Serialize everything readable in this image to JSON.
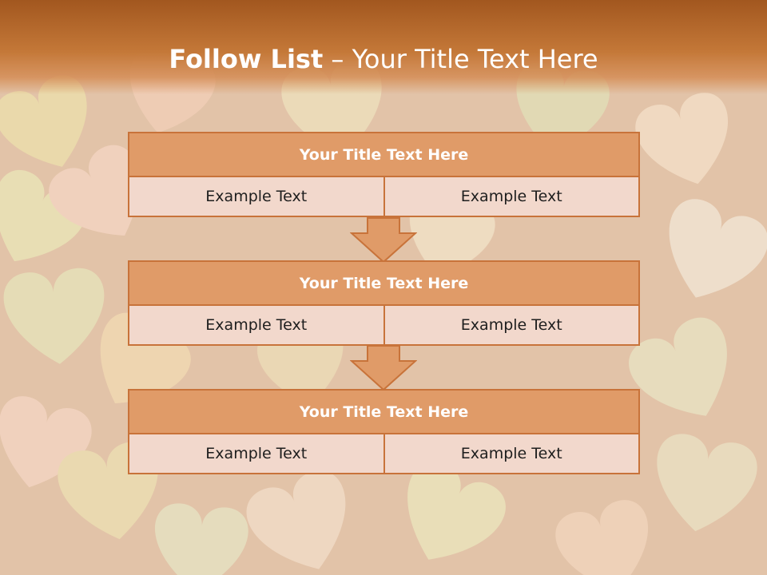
{
  "title": {
    "bold": "Follow List",
    "rest": " – Your Title Text Here"
  },
  "steps": [
    {
      "title": "Your Title Text Here",
      "cells": [
        "Example Text",
        "Example Text"
      ]
    },
    {
      "title": "Your Title Text Here",
      "cells": [
        "Example Text",
        "Example Text"
      ]
    },
    {
      "title": "Your Title Text Here",
      "cells": [
        "Example Text",
        "Example Text"
      ]
    }
  ],
  "colors": {
    "header": "#c47838",
    "box_title": "#e09b68",
    "box_border": "#c8733a",
    "cell": "#f2d8cc",
    "arrow": "#e09b68"
  }
}
